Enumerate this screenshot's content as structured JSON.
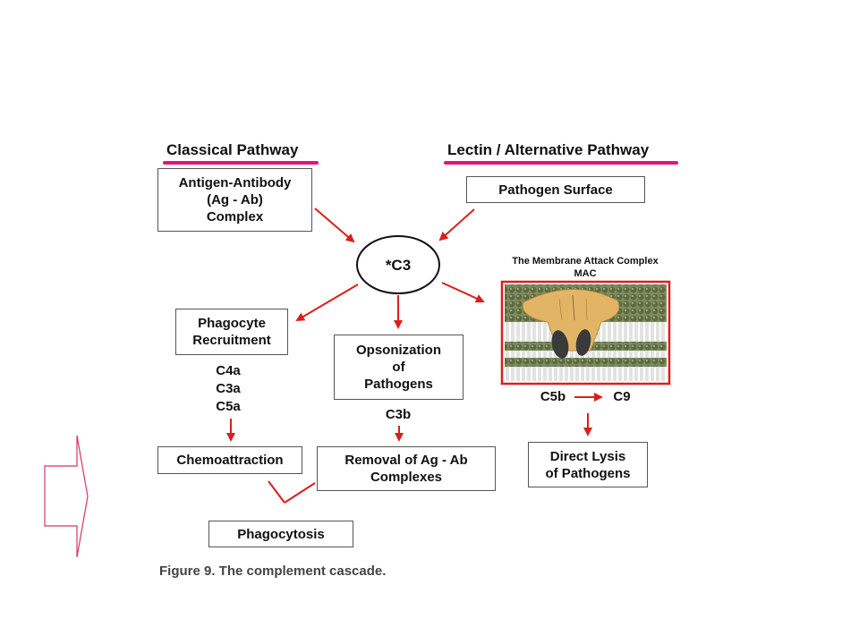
{
  "colors": {
    "accent_underline": "#e0157a",
    "arrow": "#d9201c",
    "mac_border": "#d9201c",
    "side_arrow": "#d6336c",
    "membrane_bead": "#6b7a4e",
    "mac_protein": "#e2b566"
  },
  "headings": {
    "classical": "Classical Pathway",
    "lectin": "Lectin / Alternative Pathway"
  },
  "boxes": {
    "antigen": "Antigen-Antibody\n(Ag - Ab)\nComplex",
    "pathogen": "Pathogen Surface",
    "phagocyte": "Phagocyte\nRecruitment",
    "opsonization": "Opsonization\nof\nPathogens",
    "chemo": "Chemoattraction",
    "removal": "Removal of Ag - Ab\nComplexes",
    "phagocytosis": "Phagocytosis",
    "lysis": "Direct Lysis\nof Pathogens"
  },
  "center_node": "*C3",
  "labels": {
    "c4a": "C4a",
    "c3a": "C3a",
    "c5a": "C5a",
    "c3b": "C3b",
    "c5b": "C5b",
    "c9": "C9"
  },
  "mac": {
    "title_line1": "The Membrane Attack Complex",
    "title_line2": "MAC"
  },
  "caption": "Figure 9.  The complement cascade."
}
